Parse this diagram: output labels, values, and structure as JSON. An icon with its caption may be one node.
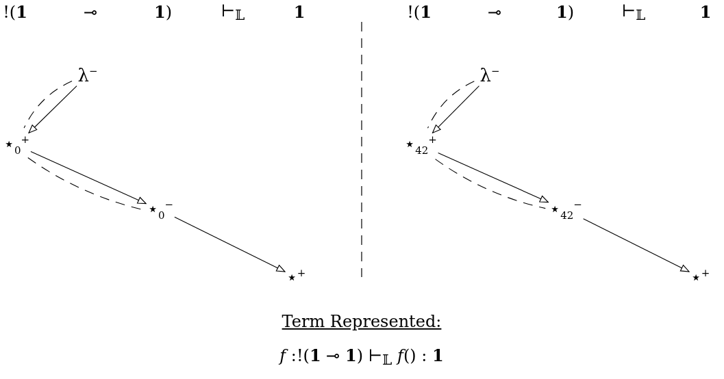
{
  "diagram": {
    "caption": "Term Represented:",
    "nodes": [
      {
        "text": [
          "λ$^{−}$"
        ]
      },
      {
        "text": [
          "⋆$_{0}$$^{+}$"
        ]
      },
      {
        "text": [
          "⋆$_{0}$$^{−}$"
        ]
      },
      {
        "text": [
          "⋆$^{+}$"
        ]
      },
      {
        "text": [
          "λ$^{−}$"
        ]
      },
      {
        "text": [
          "⋆$_{42}$$^{+}$"
        ]
      },
      {
        "text": [
          "⋆$_{42}$$^{−}$"
        ]
      },
      {
        "text": [
          "⋆$^{+}$"
        ]
      }
    ],
    "edges": [
      {
        "from": 0,
        "to": 1,
        "arrow": "to"
      },
      {
        "from": 0,
        "to": 1,
        "arrow": "none",
        "style": "dashed"
      },
      {
        "from": 1,
        "to": 2,
        "arrow": "to"
      },
      {
        "from": 1,
        "to": 2,
        "arrow": "none",
        "style": "dashed"
      },
      {
        "from": 2,
        "to": 3,
        "arrow": "to"
      },
      {
        "from": 4,
        "to": 5,
        "arrow": "to"
      },
      {
        "from": 4,
        "to": 5,
        "arrow": "none",
        "style": "dashed"
      },
      {
        "from": 5,
        "to": 6,
        "arrow": "to"
      },
      {
        "from": 5,
        "to": 6,
        "arrow": "none",
        "style": "dashed"
      },
      {
        "from": 6,
        "to": 7,
        "arrow": "to"
      }
    ],
    "labels": [
      "!(**1**",
      "⊸",
      "**1**)",
      "⊢$_{𝕃}$",
      "1",
      "!(**1**",
      "⊸",
      "**1**)",
      "⊢$_{𝕃}$",
      "1",
      "*f* :!(**1** ⊸ **1**) ⊢$_{𝕃}$ *f*() : **1**"
    ]
  }
}
